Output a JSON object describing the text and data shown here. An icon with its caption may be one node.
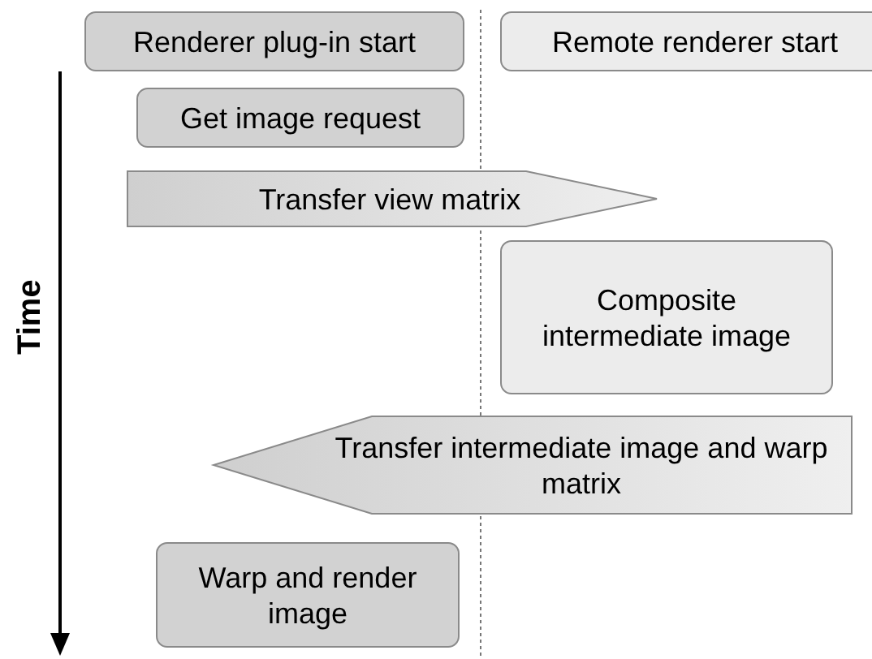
{
  "diagram": {
    "nodes": [
      {
        "text": [
          "Renderer plug-in start"
        ]
      },
      {
        "text": [
          "Remote renderer start"
        ]
      },
      {
        "text": [
          "Get image request"
        ]
      },
      {
        "text": [
          "Transfer view matrix"
        ]
      },
      {
        "text": [
          "Composite intermediate image"
        ]
      },
      {
        "text": [
          "Transfer intermediate image and warp matrix"
        ]
      },
      {
        "text": [
          "Warp and render image"
        ]
      }
    ],
    "labels": [
      "Time"
    ]
  }
}
